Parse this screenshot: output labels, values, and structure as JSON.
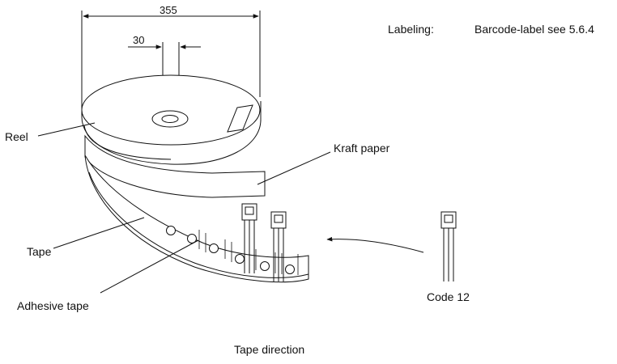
{
  "dimensions": {
    "reel_diameter": "355",
    "hub_diameter": "30"
  },
  "labeling": {
    "label": "Labeling:",
    "value": "Barcode-label see 5.6.4"
  },
  "callouts": {
    "reel": "Reel",
    "kraft_paper": "Kraft paper",
    "tape": "Tape",
    "adhesive_tape": "Adhesive tape",
    "code": "Code 12",
    "tape_direction": "Tape direction"
  }
}
